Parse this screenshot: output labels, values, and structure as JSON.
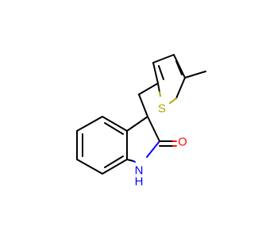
{
  "molecule": {
    "atoms": [
      {
        "id": "S",
        "label": "S",
        "color": "#b3a500"
      },
      {
        "id": "O",
        "label": "O",
        "color": "#ff0d0d"
      },
      {
        "id": "NH",
        "label": "H",
        "color": "#0000ff"
      },
      {
        "id": "N",
        "label": "N",
        "color": "#0000ff"
      }
    ],
    "bond_color": "#000000"
  }
}
